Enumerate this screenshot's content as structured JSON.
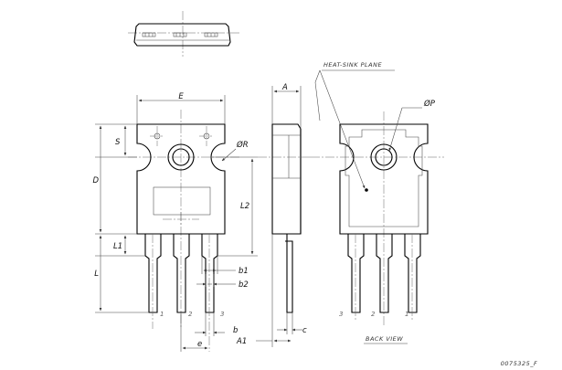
{
  "labels": {
    "E": "E",
    "A": "A",
    "S": "S",
    "D": "D",
    "L1": "L1",
    "L": "L",
    "L2": "L2",
    "phiR": "ØR",
    "phiP": "ØP",
    "b1": "b1",
    "b2": "b2",
    "b": "b",
    "c": "c",
    "A1": "A1",
    "e": "e"
  },
  "front_pins": [
    "1",
    "2",
    "3"
  ],
  "back_pins": [
    "3",
    "2",
    "1"
  ],
  "heat_sink_label": "HEAT-SINK PLANE",
  "back_view_label": "BACK VIEW",
  "drawing_code": "0075325_F"
}
